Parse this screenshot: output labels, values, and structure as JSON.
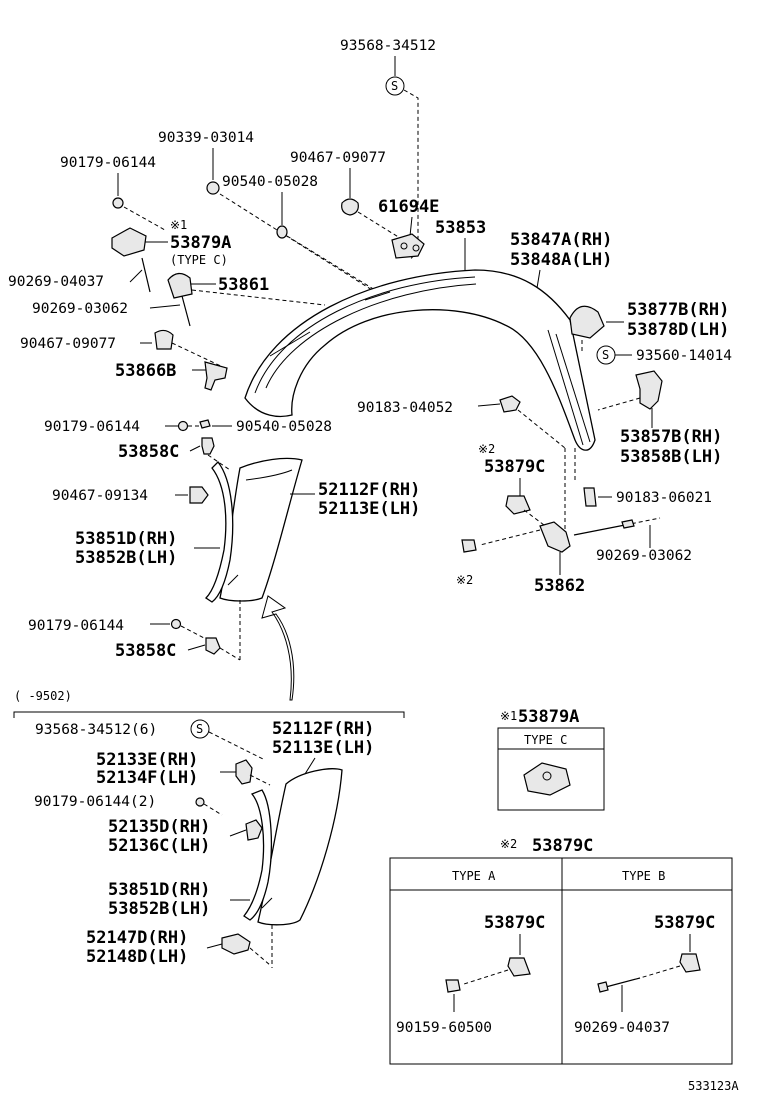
{
  "parts": {
    "p93568_top": "93568-34512",
    "p90339": "90339-03014",
    "p90179_a": "90179-06144",
    "p90467_a": "90467-09077",
    "p90540_a": "90540-05028",
    "p61694": "61694E",
    "p53853": "53853",
    "mark1_a": "※1",
    "p53879a": "53879A",
    "typec_a": "(TYPE C)",
    "p53847": "53847A(RH)",
    "p53848": "53848A(LH)",
    "p90269_a": "90269-04037",
    "p53861": "53861",
    "p90269_b": "90269-03062",
    "p53877": "53877B(RH)",
    "p53878": "53878D(LH)",
    "p90467_b": "90467-09077",
    "p93560": "93560-14014",
    "p53866": "53866B",
    "p90183_a": "90183-04052",
    "p90179_b": "90179-06144",
    "p90540_b": "90540-05028",
    "p53857": "53857B(RH)",
    "p53858b": "53858B(LH)",
    "p53858c_a": "53858C",
    "mark2_a": "※2",
    "p53879c_a": "53879C",
    "p52112f_a": "52112F(RH)",
    "p52113e_a": "52113E(LH)",
    "p90467_c": "90467-09134",
    "p90183_b": "90183-06021",
    "p53851d_a": "53851D(RH)",
    "p53852b_a": "53852B(LH)",
    "p90269_c": "90269-03062",
    "mark2_b": "※2",
    "p53862": "53862",
    "p90179_c": "90179-06144",
    "p53858c_b": "53858C",
    "date_range": "(     -9502)",
    "p93568_b": "93568-34512(6)",
    "p52112f_b": "52112F(RH)",
    "p52113e_b": "52113E(LH)",
    "p52133e": "52133E(RH)",
    "p52134f": "52134F(LH)",
    "p90179_d": "90179-06144(2)",
    "p52135d": "52135D(RH)",
    "p52136c": "52136C(LH)",
    "p53851d_b": "53851D(RH)",
    "p53852b_b": "53852B(LH)",
    "p52147d": "52147D(RH)",
    "p52148d": "52148D(LH)"
  },
  "symbols": {
    "s_top": "S",
    "s_right": "S",
    "s_bottom": "S"
  },
  "detail_type_c": {
    "title_mark": "※1",
    "title": "53879A",
    "header": "TYPE C"
  },
  "detail_type_ab": {
    "title_mark": "※2",
    "title": "53879C",
    "header_a": "TYPE A",
    "header_b": "TYPE B",
    "a_part": "53879C",
    "a_screw": "90159-60500",
    "b_part": "53879C",
    "b_screw": "90269-04037"
  },
  "figure_id": "533123A"
}
